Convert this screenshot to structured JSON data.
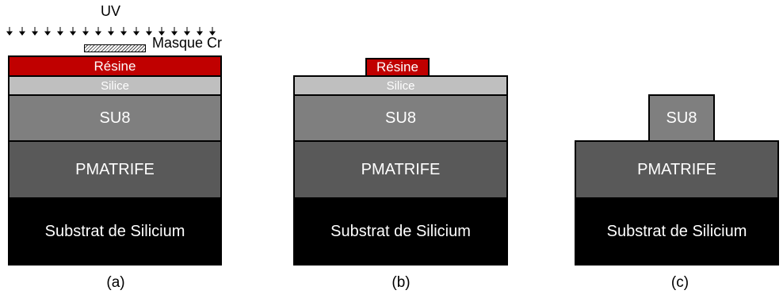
{
  "uv_label": "UV",
  "mask_label": "Masque Cr",
  "layers": {
    "resine": "Résine",
    "silice": "Silice",
    "su8": "SU8",
    "pmatrife": "PMATRIFE",
    "substrat": "Substrat de Silicium"
  },
  "captions": [
    "(a)",
    "(b)",
    "(c)"
  ],
  "colors": {
    "resine": "#c00000",
    "silice": "#bfbfbf",
    "su8": "#7f7f7f",
    "pmatrife": "#595959",
    "substrat": "#000000"
  }
}
